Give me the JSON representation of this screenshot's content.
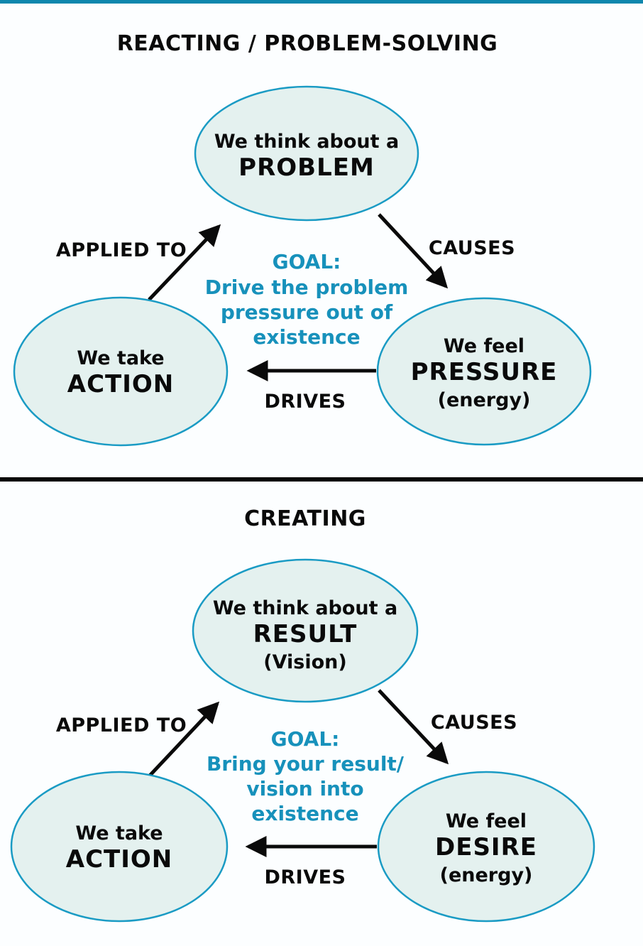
{
  "colors": {
    "accent_bar": "#0e87ad",
    "node_fill": "#e4f1ef",
    "node_stroke": "#1a9bc4",
    "goal_text": "#1791bb",
    "arrow": "#0a0a0a",
    "divider": "#050505"
  },
  "diagrams": [
    {
      "title": "REACTING / PROBLEM-SOLVING",
      "nodes": {
        "think": {
          "lines": [
            "We think about a",
            "PROBLEM"
          ]
        },
        "feel": {
          "lines": [
            "We feel",
            "PRESSURE",
            "(energy)"
          ]
        },
        "act": {
          "lines": [
            "We take",
            "ACTION"
          ]
        }
      },
      "edges": {
        "applied_to": "APPLIED TO",
        "causes": "CAUSES",
        "drives": "DRIVES"
      },
      "goal": {
        "lines": [
          "GOAL:",
          "Drive the problem",
          "pressure out of",
          "existence"
        ]
      }
    },
    {
      "title": "CREATING",
      "nodes": {
        "think": {
          "lines": [
            "We think about a",
            "RESULT",
            "(Vision)"
          ]
        },
        "feel": {
          "lines": [
            "We feel",
            "DESIRE",
            "(energy)"
          ]
        },
        "act": {
          "lines": [
            "We take",
            "ACTION"
          ]
        }
      },
      "edges": {
        "applied_to": "APPLIED TO",
        "causes": "CAUSES",
        "drives": "DRIVES"
      },
      "goal": {
        "lines": [
          "GOAL:",
          "Bring your result/",
          "vision into",
          "existence"
        ]
      }
    }
  ]
}
